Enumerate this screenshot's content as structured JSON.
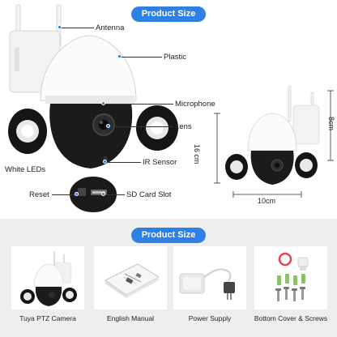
{
  "header": {
    "title": "Product Size"
  },
  "callouts": {
    "antenna": "Antenna",
    "plastic": "Plastic",
    "microphone": "Microphone",
    "lens": "Lens",
    "ir_sensor": "IR Sensor",
    "white_leds": "White LEDs",
    "reset": "Reset",
    "sd_card_slot": "SD Card Slot"
  },
  "dimensions": {
    "width": "8cm",
    "height": "16 cm",
    "depth": "10cm"
  },
  "package": {
    "title": "Product Size",
    "items": [
      {
        "label": "Tuya PTZ Camera"
      },
      {
        "label": "English Manual"
      },
      {
        "label": "Power Supply"
      },
      {
        "label": "Bottom Cover & Screws"
      }
    ]
  },
  "colors": {
    "accent": "#2f80e5",
    "dot": "#1e78e6",
    "panel": "#eeeeee"
  }
}
